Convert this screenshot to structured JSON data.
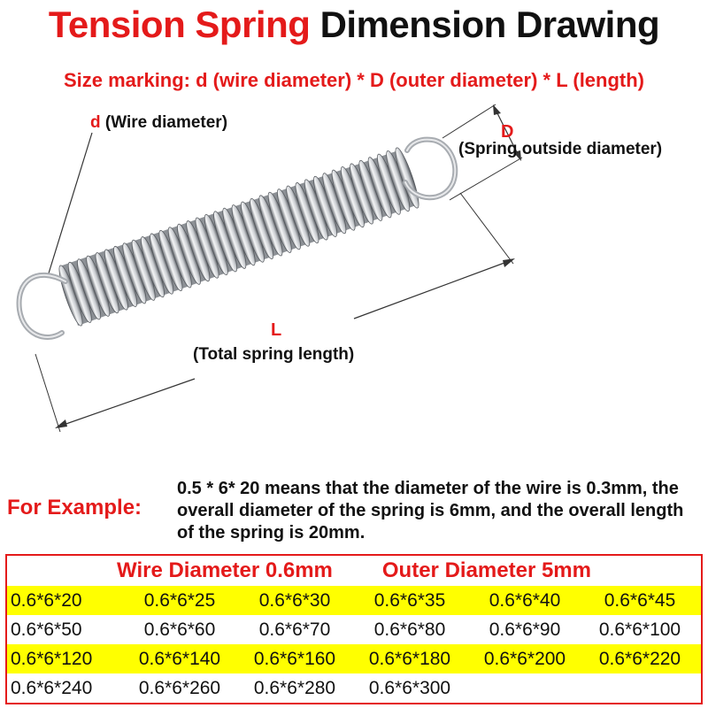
{
  "title": {
    "part1": "Tension Spring",
    "part2": "Dimension Drawing"
  },
  "subtitle": "Size marking: d (wire diameter) * D (outer diameter) * L (length)",
  "labels": {
    "d_letter": "d",
    "d_text": "(Wire diameter)",
    "D_letter": "D",
    "D_text": "(Spring outside diameter)",
    "L_letter": "L",
    "L_text": "(Total spring length)"
  },
  "example": {
    "label": "For Example:",
    "text": "0.5 * 6* 20 means that the diameter of the wire is 0.3mm, the overall diameter of the spring is 6mm, and the overall length of the spring is 20mm."
  },
  "table": {
    "wire_diameter": "Wire Diameter 0.6mm",
    "outer_diameter": "Outer Diameter 5mm",
    "rows": [
      [
        "0.6*6*20",
        "0.6*6*25",
        "0.6*6*30",
        "0.6*6*35",
        "0.6*6*40",
        "0.6*6*45"
      ],
      [
        "0.6*6*50",
        "0.6*6*60",
        "0.6*6*70",
        "0.6*6*80",
        "0.6*6*90",
        "0.6*6*100"
      ],
      [
        "0.6*6*120",
        "0.6*6*140",
        "0.6*6*160",
        "0.6*6*180",
        "0.6*6*200",
        "0.6*6*220"
      ],
      [
        "0.6*6*240",
        "0.6*6*260",
        "0.6*6*280",
        "0.6*6*300",
        "",
        ""
      ]
    ]
  },
  "colors": {
    "accent": "#e41a1a",
    "highlight": "#ffff00",
    "text": "#111111"
  }
}
